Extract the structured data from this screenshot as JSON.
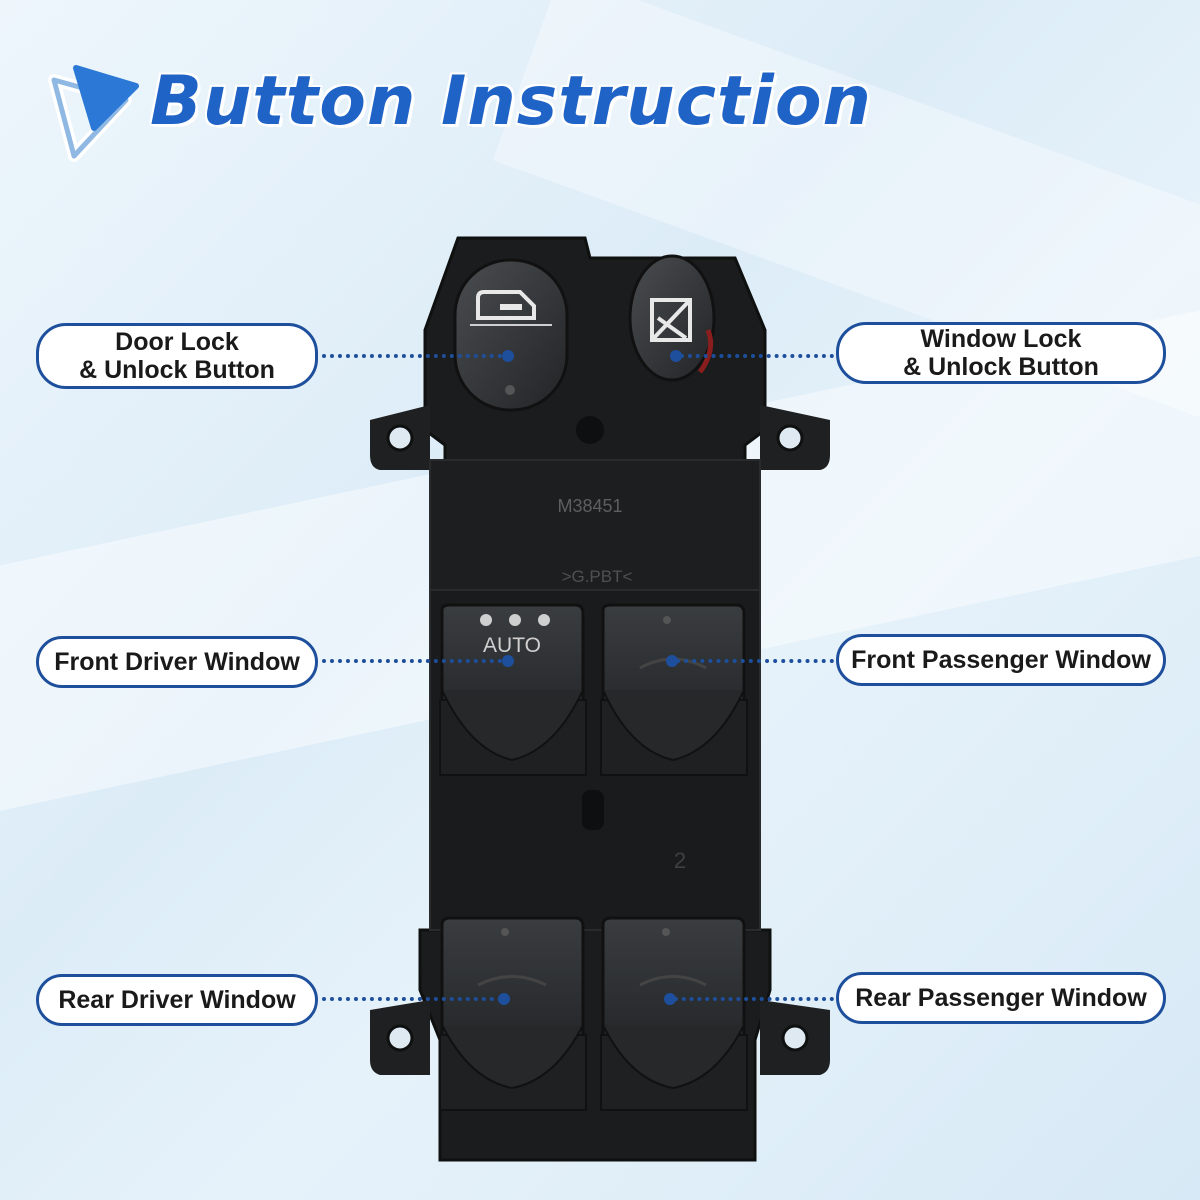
{
  "title": "Button Instruction",
  "colors": {
    "accent": "#1f63c6",
    "label_border": "#1d4f9c",
    "switch_body": "#1a1a1a"
  },
  "switch": {
    "part_number": "M38451",
    "material": ">G.PBT<",
    "auto_label": "AUTO",
    "number_mark": "2"
  },
  "labels": {
    "door_lock_line1": "Door Lock",
    "door_lock_line2": "& Unlock Button",
    "window_lock_line1": "Window Lock",
    "window_lock_line2": "& Unlock Button",
    "front_driver": "Front Driver Window",
    "front_passenger": "Front Passenger Window",
    "rear_driver": "Rear Driver Window",
    "rear_passenger": "Rear Passenger Window"
  }
}
